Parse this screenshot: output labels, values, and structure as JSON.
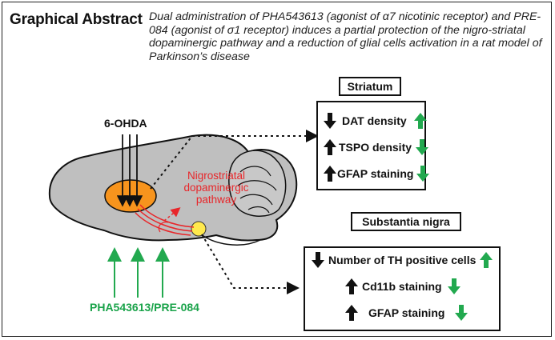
{
  "title": "Graphical Abstract",
  "subtitle": "Dual administration of PHA543613 (agonist of α7 nicotinic receptor) and PRE-084 (agonist of σ1 receptor) induces a partial protection of the nigro-striatal dopaminergic pathway and a reduction of glial cells activation in a rat model of Parkinson’s disease",
  "toxin_label": "6-OHDA",
  "pathway_label": [
    "Nigrostriatal",
    "dopaminergic",
    "pathway"
  ],
  "treatment_label": "PHA543613/PRE-084",
  "colors": {
    "down_arrow": "#111111",
    "up_arrow": "#111111",
    "green_arrow": "#22a94f",
    "red": "#e8262a",
    "striatum_fill": "#f7941d",
    "brain_fill": "#bfbfbf",
    "sn_fill": "#ffe94d"
  },
  "striatum": {
    "label": "Striatum",
    "rows": [
      {
        "text": "DAT density",
        "left_arrow": "down",
        "right_arrow": "up-green"
      },
      {
        "text": "TSPO density",
        "left_arrow": "up",
        "right_arrow": "down-green"
      },
      {
        "text": "GFAP staining",
        "left_arrow": "up",
        "right_arrow": "down-green"
      }
    ]
  },
  "substantia_nigra": {
    "label": "Substantia nigra",
    "rows": [
      {
        "text": "Number of TH positive cells",
        "left_arrow": "down",
        "right_arrow": "up-green"
      },
      {
        "text": "Cd11b staining",
        "left_arrow": "up",
        "right_arrow": "down-green"
      },
      {
        "text": "GFAP staining",
        "left_arrow": "up",
        "right_arrow": "down-green"
      }
    ]
  }
}
